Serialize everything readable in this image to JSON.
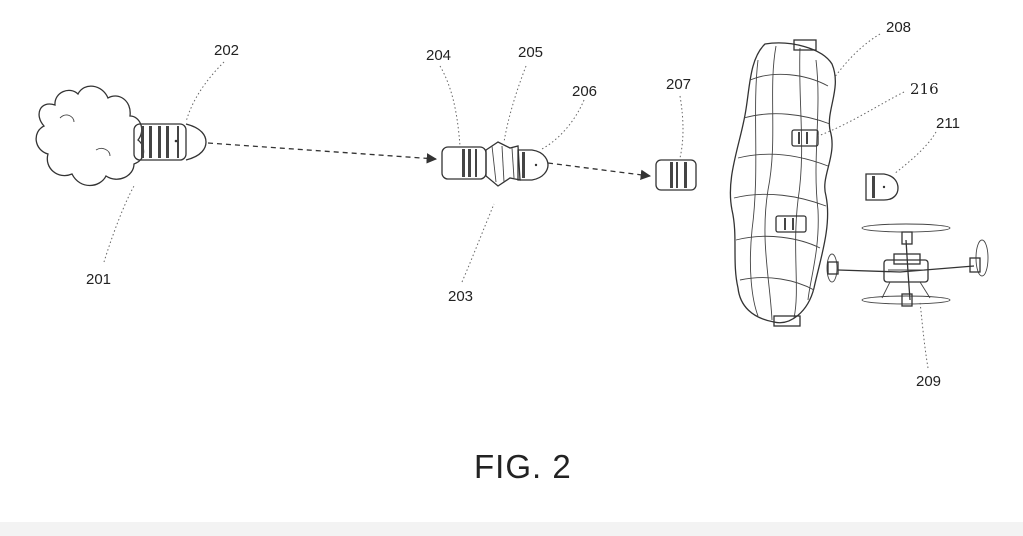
{
  "figure": {
    "caption": "FIG. 2",
    "labels": {
      "l201": "201",
      "l202": "202",
      "l203": "203",
      "l204": "204",
      "l205": "205",
      "l206": "206",
      "l207": "207",
      "l208": "208",
      "l209": "209",
      "l211": "211",
      "l216": "216"
    }
  }
}
